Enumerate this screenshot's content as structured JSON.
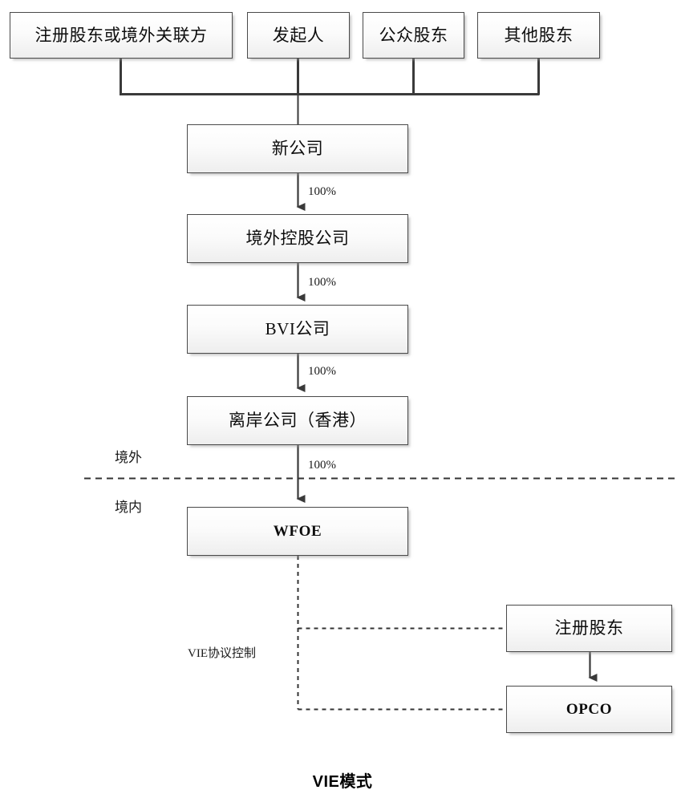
{
  "diagram": {
    "caption": "VIE模式",
    "zones": {
      "offshore": "境外",
      "onshore": "境内"
    },
    "vie_control_label": "VIE协议控制",
    "nodes": {
      "shareholder_registered_or_offshore_affiliate": "注册股东或境外关联方",
      "promoter": "发起人",
      "public_shareholders": "公众股东",
      "other_shareholders": "其他股东",
      "new_company": "新公司",
      "offshore_holding_company": "境外控股公司",
      "bvi_company": "BVI公司",
      "offshore_company_hk": "离岸公司（香港）",
      "wfoe": "WFOE",
      "registered_shareholder": "注册股东",
      "opco": "OPCO"
    },
    "edge_labels": {
      "new_to_offshore_holding": "100%",
      "offshore_holding_to_bvi": "100%",
      "bvi_to_hk": "100%",
      "hk_to_wfoe": "100%"
    },
    "colors": {
      "box_border": "#4a4a4a",
      "box_fill_top": "#ffffff",
      "box_fill_bottom": "#eeeeee",
      "line": "#3a3a3a",
      "text": "#0d0d0d",
      "background": "#ffffff"
    }
  }
}
